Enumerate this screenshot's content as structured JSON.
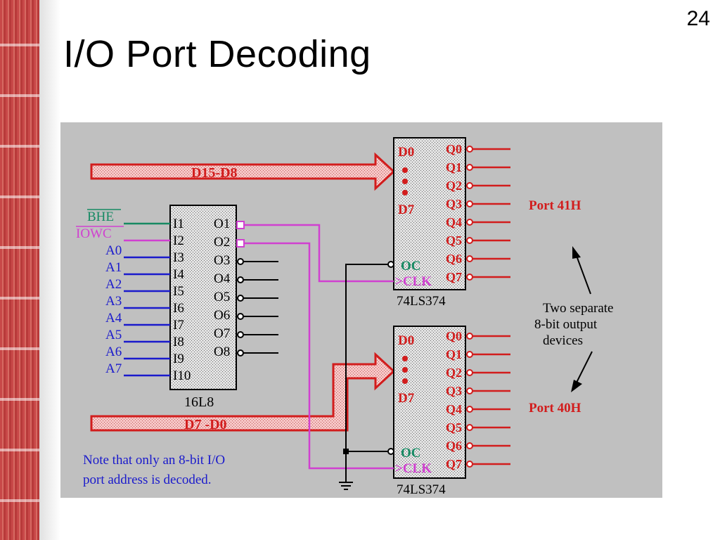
{
  "slide": {
    "number": "24",
    "title": "I/O Port Decoding"
  },
  "diagram": {
    "bus_high_label": "D15-D8",
    "bus_low_label": "D7 -D0",
    "decoder": {
      "name": "16L8",
      "input_signals": [
        "BHE",
        "IOWC",
        "A0",
        "A1",
        "A2",
        "A3",
        "A4",
        "A5",
        "A6",
        "A7"
      ],
      "input_pins": [
        "I1",
        "I2",
        "I3",
        "I4",
        "I5",
        "I6",
        "I7",
        "I8",
        "I9",
        "I10"
      ],
      "output_pins": [
        "O1",
        "O2",
        "O3",
        "O4",
        "O5",
        "O6",
        "O7",
        "O8"
      ]
    },
    "latch_top": {
      "name": "74LS374",
      "port_label": "Port 41H",
      "d_first": "D0",
      "d_last": "D7",
      "oc_label": "OC",
      "clk_label": ">CLK",
      "outputs": [
        "Q0",
        "Q1",
        "Q2",
        "Q3",
        "Q4",
        "Q5",
        "Q6",
        "Q7"
      ]
    },
    "latch_bottom": {
      "name": "74LS374",
      "port_label": "Port 40H",
      "d_first": "D0",
      "d_last": "D7",
      "oc_label": "OC",
      "clk_label": ">CLK",
      "outputs": [
        "Q0",
        "Q1",
        "Q2",
        "Q3",
        "Q4",
        "Q5",
        "Q6",
        "Q7"
      ]
    },
    "annotation_lines": [
      "Two separate",
      "8-bit output",
      "devices"
    ],
    "note_lines": [
      "Note that only an 8-bit I/O",
      "port address is decoded."
    ]
  },
  "colors": {
    "panel_bg": "#c0c0c0",
    "red": "#d21c1c",
    "green": "#168a63",
    "magenta": "#d040d0",
    "blue": "#1a1acc",
    "bus_fill": "#f2b8b8",
    "chip_fill": "#d8d8d8"
  }
}
